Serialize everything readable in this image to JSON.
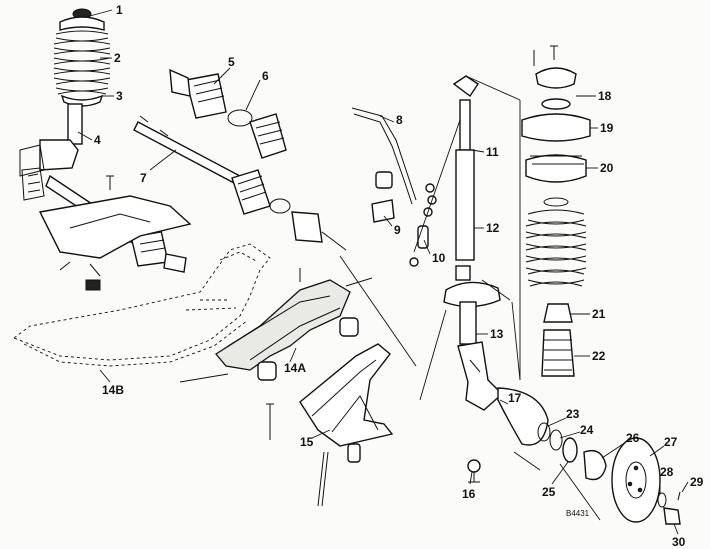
{
  "drawing_ref": "B4431",
  "callouts": [
    "1",
    "2",
    "3",
    "4",
    "5",
    "6",
    "7",
    "8",
    "9",
    "10",
    "11",
    "12",
    "13",
    "14A",
    "14B",
    "15",
    "16",
    "17",
    "18",
    "19",
    "20",
    "21",
    "22",
    "23",
    "24",
    "25",
    "26",
    "27",
    "28",
    "29",
    "30"
  ]
}
